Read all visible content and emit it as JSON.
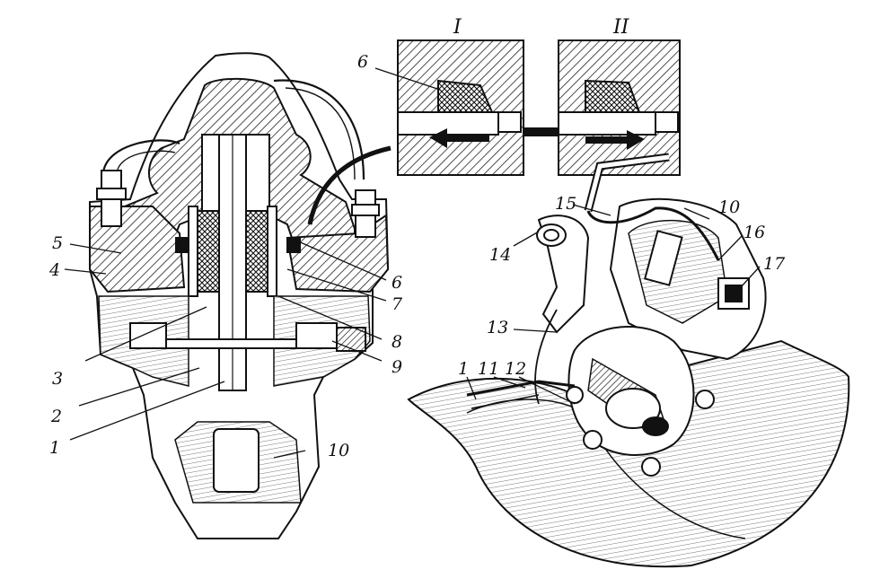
{
  "figure": {
    "insets": [
      {
        "id": "I",
        "label": "I"
      },
      {
        "id": "II",
        "label": "II"
      }
    ],
    "callouts": [
      "1",
      "2",
      "3",
      "4",
      "5",
      "6",
      "6",
      "7",
      "8",
      "9",
      "10",
      "10",
      "1",
      "11",
      "12",
      "13",
      "14",
      "15",
      "16",
      "17"
    ]
  }
}
